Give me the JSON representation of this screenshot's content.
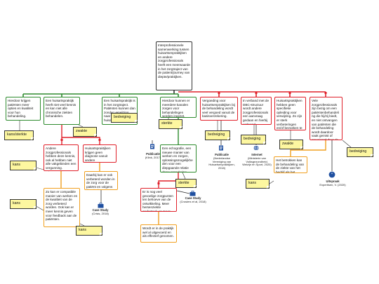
{
  "colors": {
    "root": "#333333",
    "support": "#2e8b2e",
    "objection": "#e0202a",
    "rebuttal": "#f0a020",
    "note_fill": "#fdf7a0"
  },
  "root": {
    "text": "Interprofessionele samenwerking tussen huisartsenpraktijken en andere zorgprofessionals heeft een meerwaarde in het zorgtraject van de patient/journey van diepte/praktijken."
  },
  "boxes": {
    "g1": "Hierdoor krijgen patiënten meer opties en kwaliteit voor hun behandeling.",
    "g2": "Een huisartspraktijk heeft niet veel kennis en kan niet alle chronische ziekten behandelen.",
    "g3": "Een huisartspraktijk is in het zorgtraject. Patiënten kunnen dan zonder verwijzing naar de huisartsenpraktijk.",
    "g4": "Hierdoor kunnen er meerdere kanalen zorgen voor behandelingen worden ingezet.",
    "g5": "Een echografie, een nieuwe manier van werken en zorgen, oplossingsmogelijkheden voor een diepgaande relatie door verandering.",
    "r1": "Vergoeding voor huisartsenpraktijken bij de behandeling wordt veel vergoed vanuit de basisverzekering.",
    "r2": "In verband met de DBC-structuur wordt andere zorgprofessionals een aanvraag gedaan en hierbij verleend.",
    "r3": "Huisartspraktijken hebben geen specifieke opleiding voor verwijzing. Zo zijn er sterk verbeteringen en/of bezoeken te gebruiken en alternatieve verwijzingsmogelijkheden.",
    "r4": "Vele zorgprofessionals zijn bezig om een patiëntenbehandeling die hij/zij biedt, en niet ontvangen van patiënten die de behandeling wordt daardoor vaak gemist of geweigerd door de huisartspraktijk voor de hele huisartspraktijk.",
    "r5": "Andere zorgprofessionals hebben deze kennis, ook al hebben niet alle vakgebieden een vergunning.",
    "r6": "Huisartspraktijken krijgen geen diagnose vanuit andere zorgprofessionals.",
    "r7": "Er is nog veel gevoelige zorgpunten ten behoeve van de ontwikkeling. Meer hersenziekte onderzoek en meer.",
    "o1": "Zo kan er compatible manier van werken en de kwaliteit van de zorg verbeterd worden. Ook kan er meer kennis geven voor feedback aan de patiënten.",
    "o2": "Daarbij kan er ook verbeterd worden in de zorg voor de patiënt en volgens de principes.",
    "o3": "Wordt er in de praktijk wel al uitgevoerd en als effectief genomen.",
    "o4": "Het betrokken kan de behandeling van de ziekte van het bedrijf als het geheel."
  },
  "notes": {
    "n1": "kans/sterkte",
    "n2": "kans",
    "n3": "kans",
    "n4": "zwakte",
    "n5": "kans",
    "n6": "bedreiging",
    "n7": "sterkte",
    "n8": "bedreiging",
    "n9": "bedreiging",
    "n10": "zwakte",
    "n11": "bedreiging",
    "n12": "kans",
    "n13": "sterkte"
  },
  "sources": {
    "s1": {
      "title": "Publicatie",
      "detail": "(Klink, 2017)"
    },
    "s2": {
      "title": "Publicatie",
      "detail": "(Nederlandse Vereniging van Huisartsenpraktijken, 2018)"
    },
    "s3": {
      "title": "Internet",
      "detail": "(Ministerie van Volksgezondheid, Welzijn en Sport, 2020)"
    },
    "s4": {
      "title": "Case Study",
      "detail": "(Crisis, 2018)"
    },
    "s5": {
      "title": "Case Study",
      "detail": "(Crosiers et al, 2018)"
    },
    "s6": {
      "title": "Uitspraak",
      "detail": "Expertisen, V. (2020)"
    }
  },
  "icons": {
    "s1": "document-icon",
    "s2": "document-icon",
    "s3": "internet-icon",
    "s4": "case-study-icon",
    "s5": "case-study-icon",
    "s6": "quote-icon"
  }
}
